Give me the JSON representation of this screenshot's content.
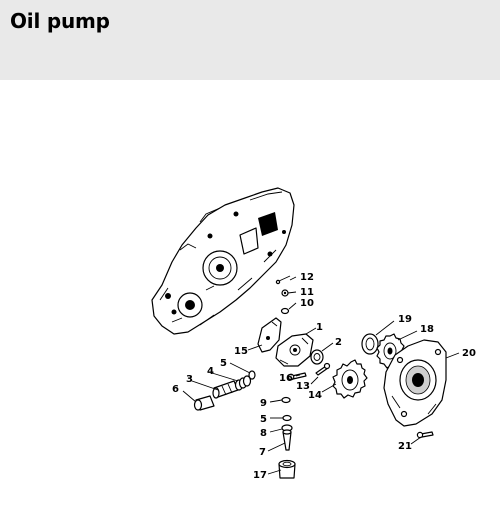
{
  "header": {
    "title": "Oil pump"
  },
  "callouts": {
    "c1": "1",
    "c2": "2",
    "c3": "3",
    "c4": "4",
    "c5a": "5",
    "c5b": "5",
    "c6": "6",
    "c7": "7",
    "c8": "8",
    "c9": "9",
    "c10": "10",
    "c11": "11",
    "c12": "12",
    "c13": "13",
    "c14": "14",
    "c15": "15",
    "c16": "16",
    "c17": "17",
    "c18": "18",
    "c19": "19",
    "c20": "20",
    "c21": "21"
  }
}
